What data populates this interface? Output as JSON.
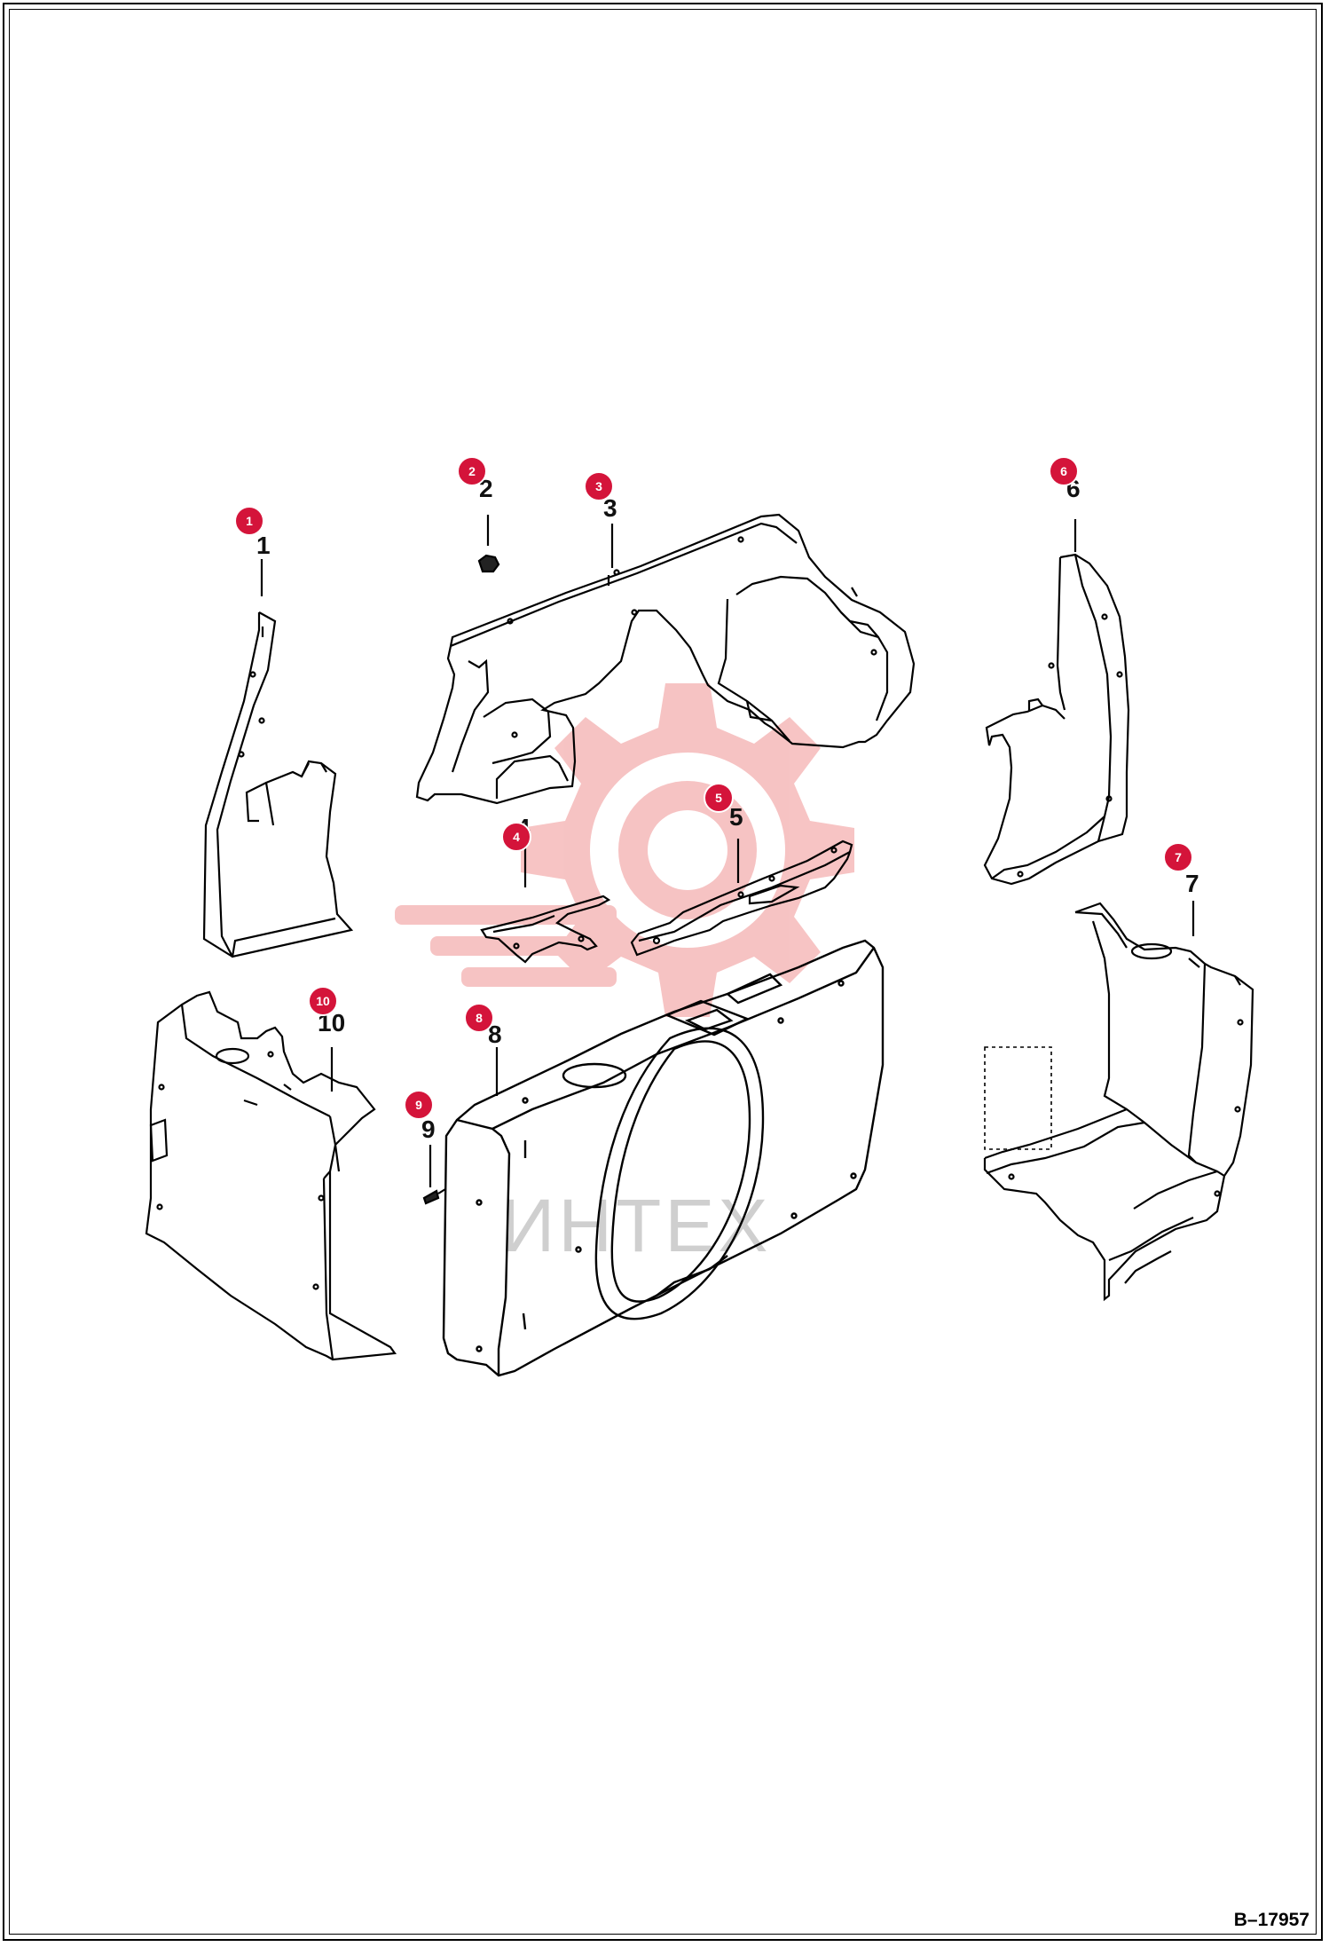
{
  "drawing_id": "B–17957",
  "watermark": {
    "text": "ИНТЕХ",
    "gear_color": "#f4b0b0",
    "text_color": "#cfcfcf"
  },
  "callout_color": "#d4143a",
  "parts": [
    {
      "num": "1",
      "label": "1"
    },
    {
      "num": "2",
      "label": "2"
    },
    {
      "num": "3",
      "label": "3"
    },
    {
      "num": "4",
      "label": "4"
    },
    {
      "num": "5",
      "label": "5"
    },
    {
      "num": "6",
      "label": "6"
    },
    {
      "num": "7",
      "label": "7"
    },
    {
      "num": "8",
      "label": "8"
    },
    {
      "num": "9",
      "label": "9"
    },
    {
      "num": "10",
      "label": "10"
    }
  ]
}
